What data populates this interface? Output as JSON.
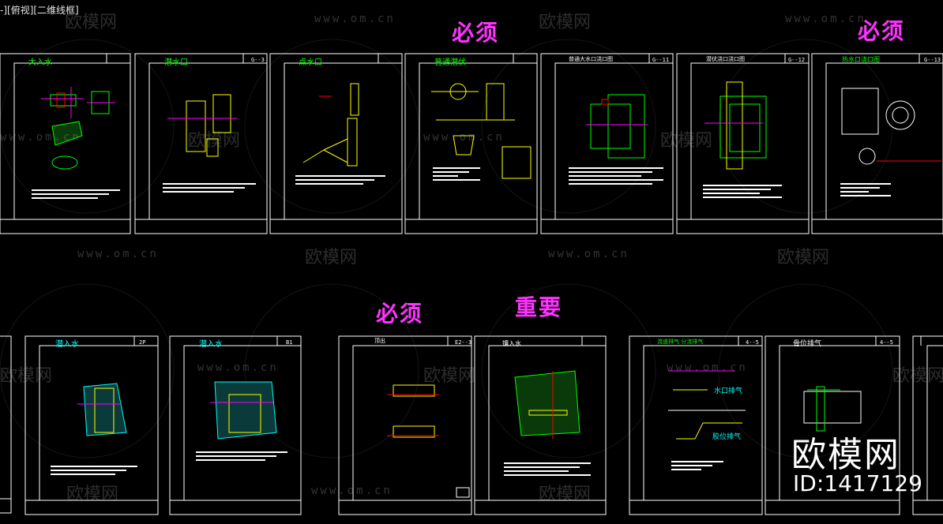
{
  "viewport": {
    "label": "-][俯视][二维线框]"
  },
  "annotations": {
    "top_mid": "必须",
    "top_right": "必须",
    "mid_left": "必须",
    "mid_center": "重要"
  },
  "watermark": {
    "brand": "欧模网",
    "url": "www.om.cn"
  },
  "brand": {
    "logo": "欧模网",
    "id": "ID:1417129"
  },
  "sheets_row1": [
    {
      "title": "大入水",
      "code": ""
    },
    {
      "title": "潜水口",
      "code": "G--3"
    },
    {
      "title": "点水口",
      "code": ""
    },
    {
      "title": "普通潜伏",
      "code": ""
    },
    {
      "title": "普通大水口浇口图",
      "code": "G--11"
    },
    {
      "title": "潜伏浇口浇口图",
      "code": "G--12"
    },
    {
      "title": "热水口浇口图",
      "code": "G--13"
    }
  ],
  "sheets_row2": [
    {
      "title": "潜入水",
      "code": "2P"
    },
    {
      "title": "潜入水",
      "code": "B1"
    },
    {
      "title": "顶出",
      "code": "E2--3"
    },
    {
      "title": "镶入水",
      "code": ""
    },
    {
      "title": "流道排气  分流排气",
      "code": "4--5"
    },
    {
      "title": "骨位排气",
      "code": "4--5"
    }
  ],
  "sheet_notes": {
    "water_gate_vent": "水口排气",
    "rib_vent": "胶位排气"
  },
  "colors": {
    "background": "#000000",
    "frame": "#ffffff",
    "annotation": "#ff33ff",
    "cad_green": "#00ff00",
    "cad_yellow": "#ffff00",
    "cad_cyan": "#00ffff",
    "cad_magenta": "#ff00ff",
    "cad_red": "#ff0000"
  }
}
